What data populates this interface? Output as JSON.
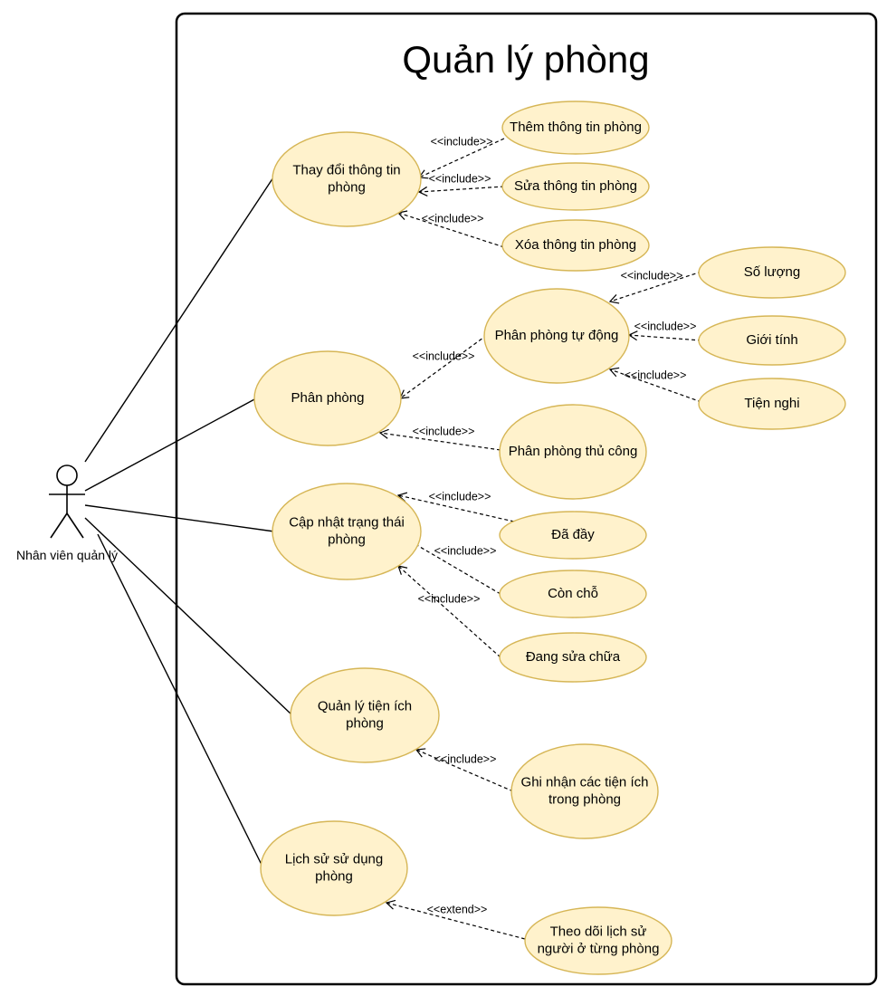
{
  "system": {
    "title": "Quản lý phòng"
  },
  "actor": {
    "label": "Nhân viên quản lý"
  },
  "use_cases": {
    "uc_thay_doi": {
      "lines": [
        "Thay đổi thông tin",
        "phòng"
      ]
    },
    "uc_them": {
      "lines": [
        "Thêm thông tin phòng"
      ]
    },
    "uc_sua": {
      "lines": [
        "Sửa thông tin phòng"
      ]
    },
    "uc_xoa": {
      "lines": [
        "Xóa thông tin phòng"
      ]
    },
    "uc_phan_phong": {
      "lines": [
        "Phân phòng"
      ]
    },
    "uc_tu_dong": {
      "lines": [
        "Phân phòng tự động"
      ]
    },
    "uc_so_luong": {
      "lines": [
        "Số lượng"
      ]
    },
    "uc_gioi_tinh": {
      "lines": [
        "Giới tính"
      ]
    },
    "uc_tien_nghi": {
      "lines": [
        "Tiện nghi"
      ]
    },
    "uc_thu_cong": {
      "lines": [
        "Phân phòng thủ công"
      ]
    },
    "uc_cap_nhat": {
      "lines": [
        "Cập nhật trạng thái",
        "phòng"
      ]
    },
    "uc_da_day": {
      "lines": [
        "Đã đầy"
      ]
    },
    "uc_con_cho": {
      "lines": [
        "Còn chỗ"
      ]
    },
    "uc_dang_sua": {
      "lines": [
        "Đang sửa chữa"
      ]
    },
    "uc_tien_ich": {
      "lines": [
        "Quản lý tiện ích",
        "phòng"
      ]
    },
    "uc_ghi_nhan": {
      "lines": [
        "Ghi nhận các tiện ích",
        "trong phòng"
      ]
    },
    "uc_lich_su": {
      "lines": [
        "Lịch sử sử dụng",
        "phòng"
      ]
    },
    "uc_theo_doi": {
      "lines": [
        "Theo dõi lịch sử",
        "người ở từng phòng"
      ]
    }
  },
  "relations": [
    {
      "from": "uc_them",
      "to": "uc_thay_doi",
      "label": "<<include>>"
    },
    {
      "from": "uc_sua",
      "to": "uc_thay_doi",
      "label": "<<include>>"
    },
    {
      "from": "uc_xoa",
      "to": "uc_thay_doi",
      "label": "<<include>>"
    },
    {
      "from": "uc_tu_dong",
      "to": "uc_phan_phong",
      "label": "<<include>>"
    },
    {
      "from": "uc_so_luong",
      "to": "uc_tu_dong",
      "label": "<<include>>"
    },
    {
      "from": "uc_gioi_tinh",
      "to": "uc_tu_dong",
      "label": "<<include>>"
    },
    {
      "from": "uc_tien_nghi",
      "to": "uc_tu_dong",
      "label": "<<include>>"
    },
    {
      "from": "uc_thu_cong",
      "to": "uc_phan_phong",
      "label": "<<include>>"
    },
    {
      "from": "uc_da_day",
      "to": "uc_cap_nhat",
      "label": "<<include>>"
    },
    {
      "from": "uc_con_cho",
      "to": "uc_cap_nhat",
      "label": "<<include>>"
    },
    {
      "from": "uc_dang_sua",
      "to": "uc_cap_nhat",
      "label": "<<include>>"
    },
    {
      "from": "uc_ghi_nhan",
      "to": "uc_tien_ich",
      "label": "<<include>>"
    },
    {
      "from": "uc_theo_doi",
      "to": "uc_lich_su",
      "label": "<<extend>>"
    }
  ],
  "associations": [
    "uc_thay_doi",
    "uc_phan_phong",
    "uc_cap_nhat",
    "uc_tien_ich",
    "uc_lich_su"
  ],
  "colors": {
    "use_case_fill": "#fff2cc",
    "use_case_stroke": "#d6b656",
    "line": "#000000"
  }
}
